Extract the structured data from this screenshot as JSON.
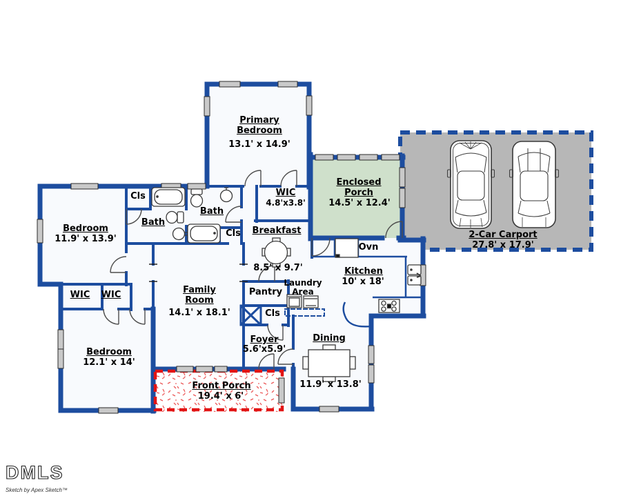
{
  "document": {
    "type": "residential-floor-plan-sketch"
  },
  "branding": {
    "logo": "DMLS",
    "credit": "Sketch by Apex Sketch™"
  },
  "palette": {
    "wall_blue": "#1d4d9f",
    "room_fill": "#f8fafd",
    "enclosed_porch_fill": "#cfe0cb",
    "carport_fill": "#b7b7b7",
    "front_porch_red": "#e21414",
    "window_gray": "#c9c9c9",
    "fixture_stroke": "#3a3a3a",
    "text": "#000000"
  },
  "rooms": {
    "primary_bedroom": {
      "name": "Primary Bedroom",
      "dims": "13.1' x 14.9'"
    },
    "enclosed_porch": {
      "name": "Enclosed Porch",
      "dims": "14.5' x 12.4'"
    },
    "carport": {
      "name": "2-Car Carport",
      "dims": "27.8' x 17.9'"
    },
    "bedroom_left": {
      "name": "Bedroom",
      "dims": "11.9' x 13.9'"
    },
    "bedroom_lower": {
      "name": "Bedroom",
      "dims": "12.1' x 14'"
    },
    "family_room": {
      "name": "Family Room",
      "dims": "14.1' x 18.1'"
    },
    "breakfast": {
      "name": "Breakfast",
      "dims": "8.5' x 9.7'"
    },
    "kitchen": {
      "name": "Kitchen",
      "dims": "10' x 18'"
    },
    "dining": {
      "name": "Dining",
      "dims": "11.9' x 13.8'"
    },
    "foyer": {
      "name": "Foyer",
      "dims": "5.6'x5.9'"
    },
    "front_porch": {
      "name": "Front Porch",
      "dims": "19.4' x 6'"
    },
    "wic_primary": {
      "name": "WIC",
      "dims": "4.8'x3.8'"
    },
    "bath_hall": {
      "name": "Bath"
    },
    "bath_primary": {
      "name": "Bath"
    },
    "cls_hall": {
      "name": "Cls"
    },
    "cls_primary": {
      "name": "Cls"
    },
    "cls_foyer": {
      "name": "Cls"
    },
    "wic_a": {
      "name": "WIC"
    },
    "wic_b": {
      "name": "WIC"
    },
    "pantry": {
      "name": "Pantry"
    },
    "laundry": {
      "name": "Laundry Area"
    },
    "oven": {
      "name": "Ovn"
    }
  },
  "fixtures_shown": [
    "bathtub",
    "toilet",
    "pedestal-sink",
    "round-breakfast-table",
    "dining-table-with-chairs",
    "washer",
    "dryer",
    "wall-oven",
    "cooktop",
    "double-kitchen-sink",
    "car-top-view",
    "closet-x",
    "door-swing-arc",
    "window-marker"
  ]
}
